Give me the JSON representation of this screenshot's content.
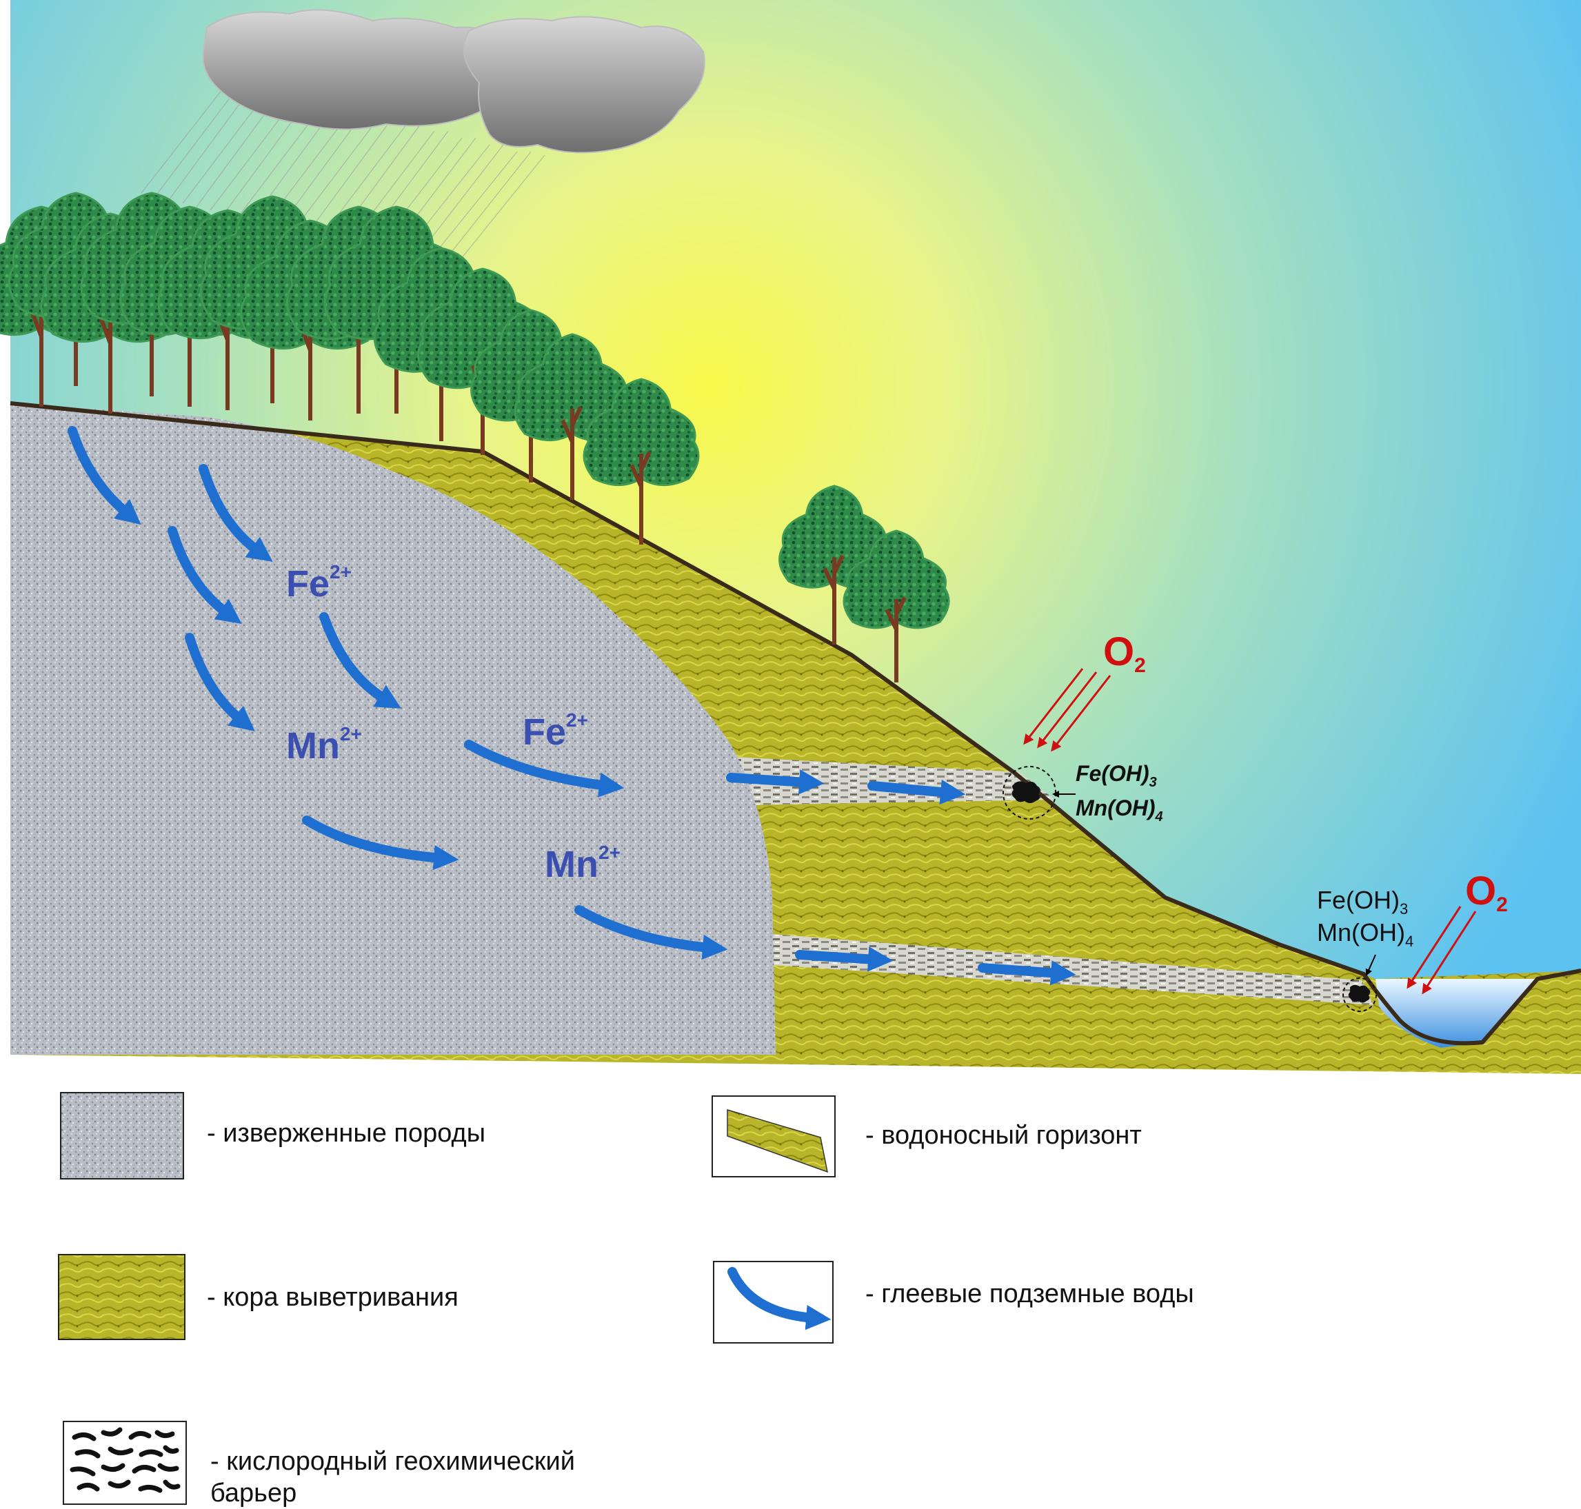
{
  "labels": {
    "fe_top": "Fe",
    "mn_top": "Mn",
    "fe_mid": "Fe",
    "mn_mid": "Mn",
    "charge": "2+",
    "o2_upper": "O",
    "o2_lower": "O",
    "o2_sub": "2",
    "feoh3_upper": "Fe(OH)",
    "mnoh4_upper": "Mn(OH)",
    "feoh3_lower": "Fe(OH)",
    "mnoh4_lower": "Mn(OH)",
    "sub3": "3",
    "sub4": "4"
  },
  "legend": {
    "igneous": "- изверженные породы",
    "aquifer": "- водоносный горизонт",
    "crust": "- кора выветривания",
    "gley": "- глеевые подземные воды",
    "barrier": "- кислородный геохимический\n  барьер"
  },
  "colors": {
    "ion_text": "#3a4fb0",
    "oxygen": "#d01010",
    "flow_arrow": "#1f6fd0",
    "crust": "#b9b62a",
    "rock": "#b8bcc4"
  }
}
